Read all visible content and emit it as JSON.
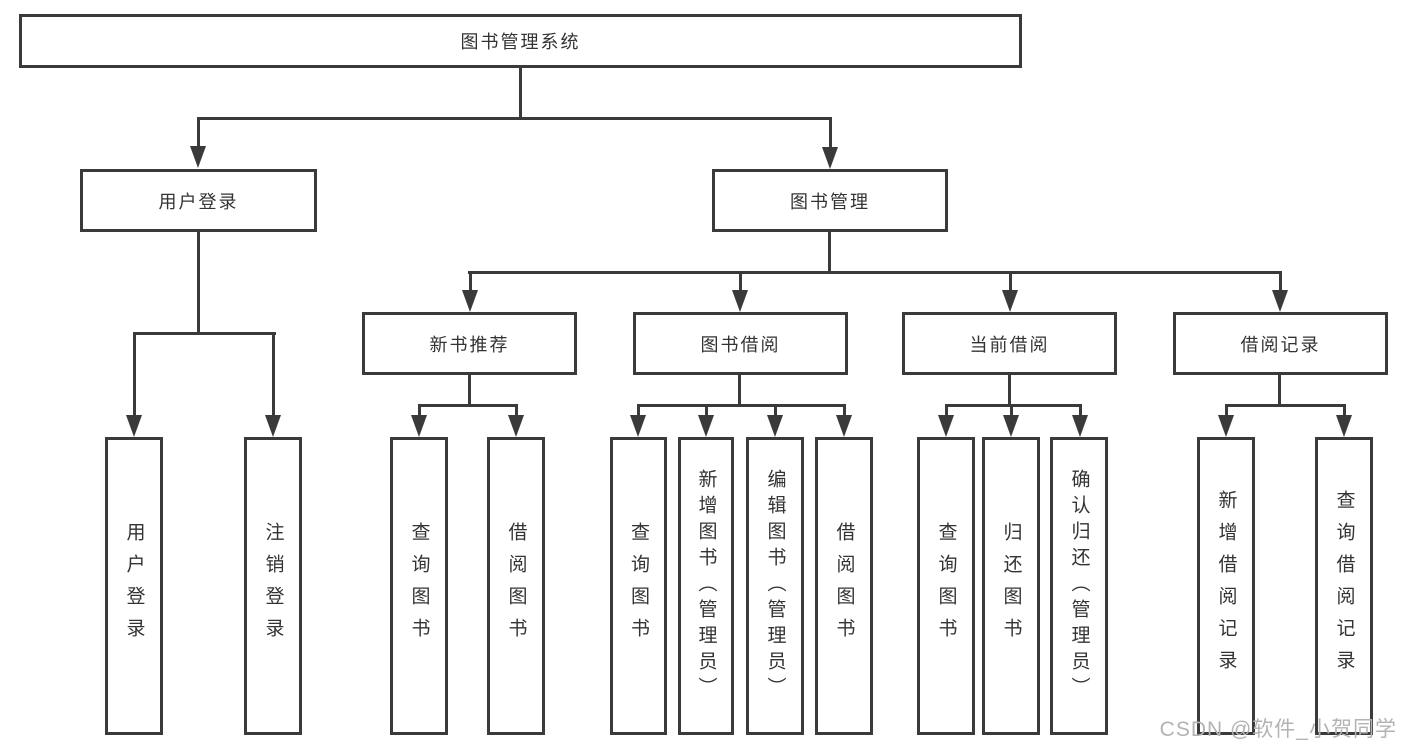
{
  "colors": {
    "line": "#3a3a3a",
    "text": "#333333",
    "background": "#ffffff",
    "watermark": "#b3b3b3"
  },
  "watermark": {
    "text": "CSDN @软件_小贺同学"
  },
  "tree": {
    "root": "图书管理系统",
    "branches": [
      {
        "label": "用户登录",
        "children": [
          "用户登录",
          "注销登录"
        ]
      },
      {
        "label": "图书管理",
        "children": [
          {
            "label": "新书推荐",
            "children": [
              "查询图书",
              "借阅图书"
            ]
          },
          {
            "label": "图书借阅",
            "children": [
              "查询图书",
              "新增图书（管理员）",
              "编辑图书（管理员）",
              "借阅图书"
            ]
          },
          {
            "label": "当前借阅",
            "children": [
              "查询图书",
              "归还图书",
              "确认归还（管理员）"
            ]
          },
          {
            "label": "借阅记录",
            "children": [
              "新增借阅记录",
              "查询借阅记录"
            ]
          }
        ]
      }
    ]
  }
}
